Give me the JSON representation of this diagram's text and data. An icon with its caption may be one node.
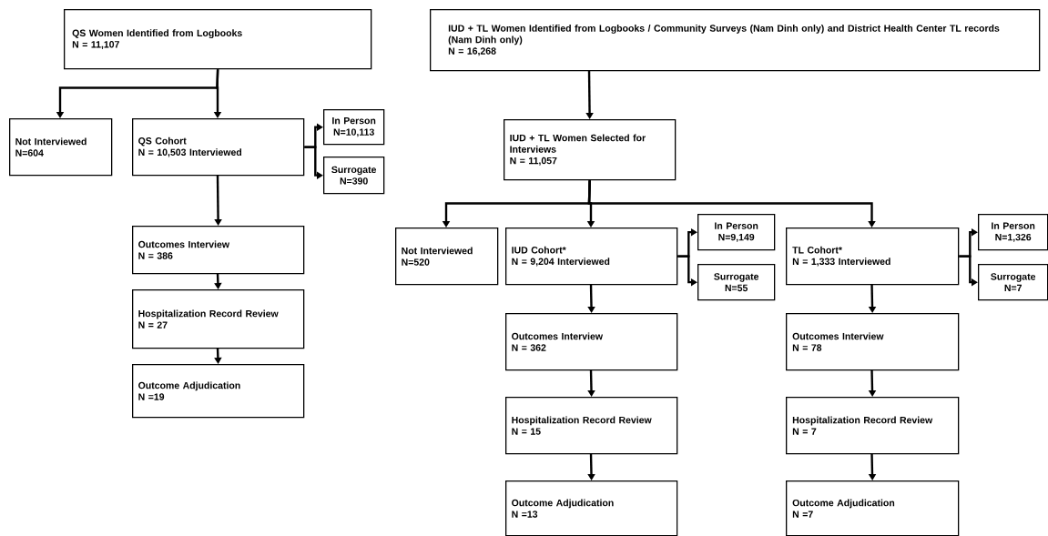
{
  "diagram": {
    "nodes": [
      {
        "text": [
          "QS Women Identified from Logbooks",
          "N = 11,107"
        ]
      },
      {
        "text": [
          "Not Interviewed",
          "N=604"
        ]
      },
      {
        "text": [
          "QS Cohort",
          "N = 10,503 Interviewed"
        ]
      },
      {
        "text": [
          "In Person",
          "N=10,113"
        ]
      },
      {
        "text": [
          "Surrogate",
          "N=390"
        ]
      },
      {
        "text": [
          "Outcomes Interview",
          "N = 386"
        ]
      },
      {
        "text": [
          "Hospitalization Record Review",
          "N = 27"
        ]
      },
      {
        "text": [
          "Outcome Adjudication",
          "N =19"
        ]
      },
      {
        "text": [
          "IUD + TL Women Identified from Logbooks / Community Surveys (Nam Dinh only) and District Health Center TL records (Nam Dinh only)",
          "N = 16,268"
        ]
      },
      {
        "text": [
          "IUD + TL Women Selected for Interviews",
          "N = 11,057"
        ]
      },
      {
        "text": [
          "Not Interviewed",
          "N=520"
        ]
      },
      {
        "text": [
          "IUD Cohort*",
          "N = 9,204 Interviewed"
        ]
      },
      {
        "text": [
          "In Person",
          "N=9,149"
        ]
      },
      {
        "text": [
          "Surrogate",
          "N=55"
        ]
      },
      {
        "text": [
          "TL Cohort*",
          "N = 1,333 Interviewed"
        ]
      },
      {
        "text": [
          "In Person",
          "N=1,326"
        ]
      },
      {
        "text": [
          "Surrogate",
          "N=7"
        ]
      },
      {
        "text": [
          "Outcomes Interview",
          "N = 362"
        ]
      },
      {
        "text": [
          "Hospitalization Record Review",
          "N = 15"
        ]
      },
      {
        "text": [
          "Outcome Adjudication",
          "N =13"
        ]
      },
      {
        "text": [
          "Outcomes Interview",
          "N = 78"
        ]
      },
      {
        "text": [
          "Hospitalization Record Review",
          "N = 7"
        ]
      },
      {
        "text": [
          "Outcome Adjudication",
          "N =7"
        ]
      }
    ],
    "edges": [
      {
        "from": 0,
        "to": 1,
        "arrow": "to"
      },
      {
        "from": 0,
        "to": 2,
        "arrow": "to"
      },
      {
        "from": 2,
        "to": 3,
        "arrow": "to"
      },
      {
        "from": 2,
        "to": 4,
        "arrow": "to"
      },
      {
        "from": 2,
        "to": 5,
        "arrow": "to"
      },
      {
        "from": 5,
        "to": 6,
        "arrow": "to"
      },
      {
        "from": 6,
        "to": 7,
        "arrow": "to"
      },
      {
        "from": 8,
        "to": 9,
        "arrow": "to"
      },
      {
        "from": 9,
        "to": 10,
        "arrow": "to"
      },
      {
        "from": 9,
        "to": 11,
        "arrow": "to"
      },
      {
        "from": 9,
        "to": 14,
        "arrow": "to"
      },
      {
        "from": 11,
        "to": 12,
        "arrow": "to"
      },
      {
        "from": 11,
        "to": 13,
        "arrow": "to"
      },
      {
        "from": 11,
        "to": 17,
        "arrow": "to"
      },
      {
        "from": 17,
        "to": 18,
        "arrow": "to"
      },
      {
        "from": 18,
        "to": 19,
        "arrow": "to"
      },
      {
        "from": 14,
        "to": 15,
        "arrow": "to"
      },
      {
        "from": 14,
        "to": 16,
        "arrow": "to"
      },
      {
        "from": 14,
        "to": 20,
        "arrow": "to"
      },
      {
        "from": 20,
        "to": 21,
        "arrow": "to"
      },
      {
        "from": 21,
        "to": 22,
        "arrow": "to"
      }
    ]
  }
}
